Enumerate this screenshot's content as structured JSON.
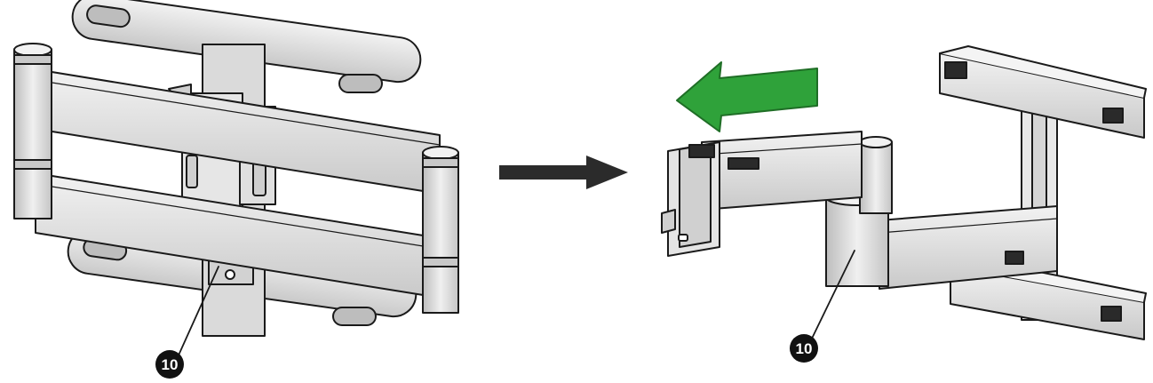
{
  "callouts": [
    {
      "id": "left",
      "text": "10"
    },
    {
      "id": "right",
      "text": "10"
    }
  ],
  "colors": {
    "outline": "#1a1a1a",
    "metal": "#d9d9d9",
    "metal_dark": "#b8b8b8",
    "metal_light": "#efefef",
    "motion_arrow": "#2fa23a",
    "motion_arrow_outline": "#1f6e26",
    "transition_arrow": "#2b2b2b",
    "callout_fill": "#111111"
  },
  "icons": {
    "transition": "right-arrow-icon",
    "motion": "left-arrow-icon",
    "callout": "numbered-callout-icon"
  }
}
